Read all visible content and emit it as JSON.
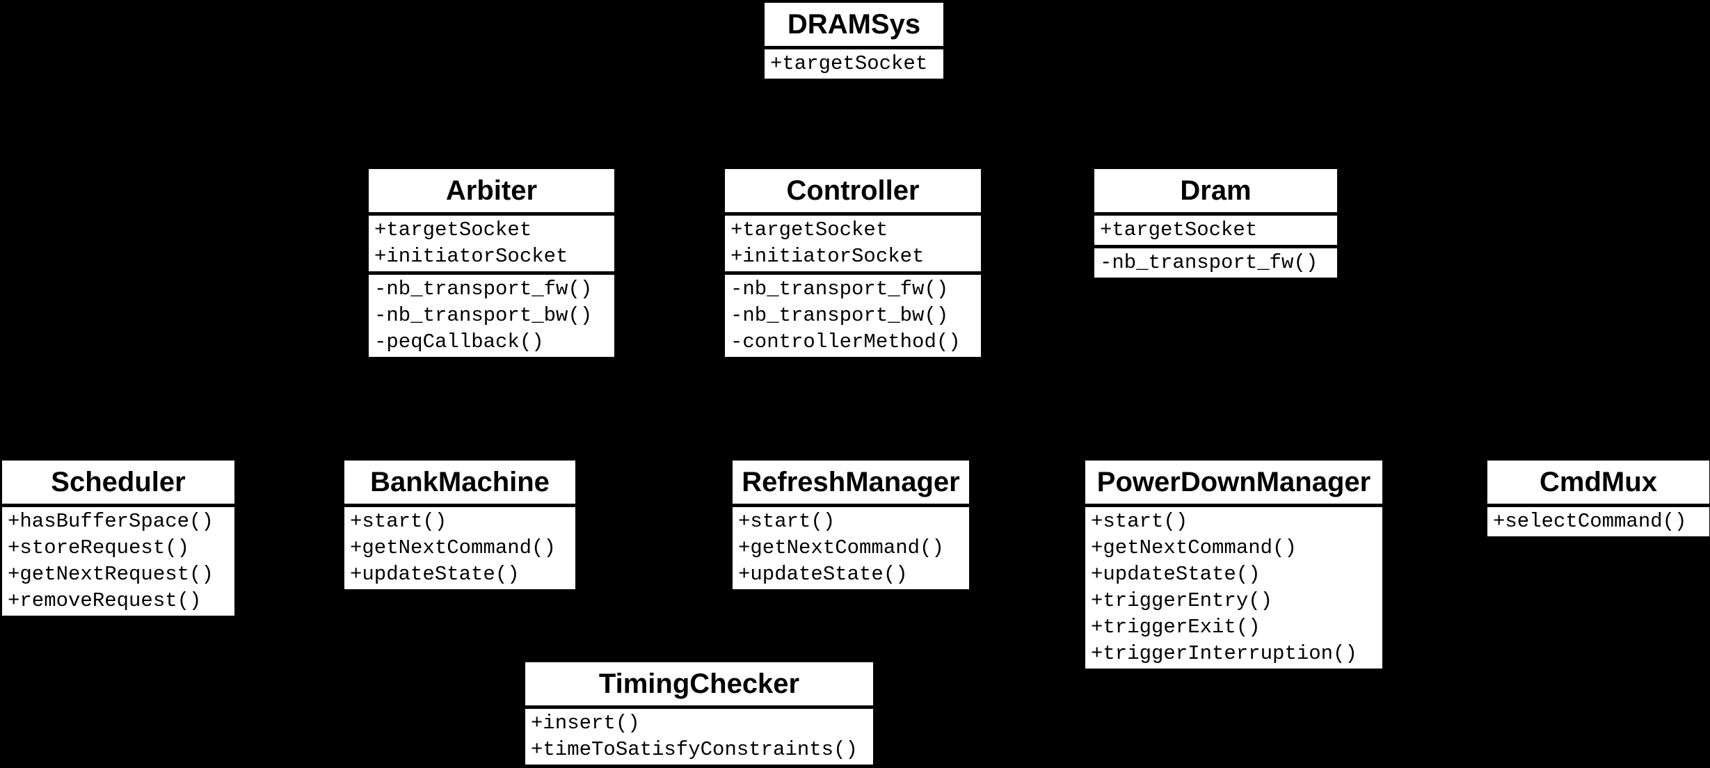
{
  "diagram": {
    "type": "uml-class-diagram",
    "background_color": "#000000",
    "box_fill_color": "#ffffff",
    "box_text_color": "#000000",
    "separator_color": "#000000"
  },
  "classes": [
    {
      "name": "DRAMSys",
      "attributes": [
        "+targetSocket"
      ],
      "methods": []
    },
    {
      "name": "Arbiter",
      "attributes": [
        "+targetSocket",
        "+initiatorSocket"
      ],
      "methods": [
        "-nb_transport_fw()",
        "-nb_transport_bw()",
        "-peqCallback()"
      ]
    },
    {
      "name": "Controller",
      "attributes": [
        "+targetSocket",
        "+initiatorSocket"
      ],
      "methods": [
        "-nb_transport_fw()",
        "-nb_transport_bw()",
        "-controllerMethod()"
      ]
    },
    {
      "name": "Dram",
      "attributes": [
        "+targetSocket"
      ],
      "methods": [
        "-nb_transport_fw()"
      ]
    },
    {
      "name": "Scheduler",
      "attributes": [],
      "methods": [
        "+hasBufferSpace()",
        "+storeRequest()",
        "+getNextRequest()",
        "+removeRequest()"
      ]
    },
    {
      "name": "BankMachine",
      "attributes": [],
      "methods": [
        "+start()",
        "+getNextCommand()",
        "+updateState()"
      ]
    },
    {
      "name": "RefreshManager",
      "attributes": [],
      "methods": [
        "+start()",
        "+getNextCommand()",
        "+updateState()"
      ]
    },
    {
      "name": "PowerDownManager",
      "attributes": [],
      "methods": [
        "+start()",
        "+getNextCommand()",
        "+updateState()",
        "+triggerEntry()",
        "+triggerExit()",
        "+triggerInterruption()"
      ]
    },
    {
      "name": "CmdMux",
      "attributes": [],
      "methods": [
        "+selectCommand()"
      ]
    },
    {
      "name": "TimingChecker",
      "attributes": [],
      "methods": [
        "+insert()",
        "+timeToSatisfyConstraints()"
      ]
    }
  ]
}
